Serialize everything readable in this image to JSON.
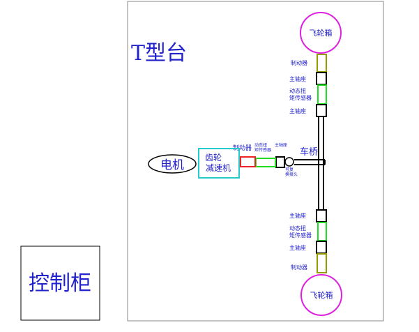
{
  "labels": {
    "test_bench": "T型台",
    "control_cabinet": "控制柜",
    "motor": "电机",
    "gearbox_line1": "齿轮",
    "gearbox_line2": "减速机",
    "flywheel_top": "飞轮箱",
    "flywheel_bottom": "飞轮箱",
    "brake_top": "制动器",
    "brake_bottom": "制动器",
    "brake_middle": "制动器",
    "bearing_top_1": "主轴座",
    "bearing_top_2": "主轴座",
    "bearing_bottom_1": "主轴座",
    "bearing_bottom_2": "主轴座",
    "bearing_middle": "主轴座",
    "sensor_top_line1": "动态扭",
    "sensor_top_line2": "矩传感器",
    "sensor_bottom_line1": "动态扭",
    "sensor_bottom_line2": "矩传感器",
    "sensor_middle_line1": "动态扭",
    "sensor_middle_line2": "矩传感器",
    "axle": "车桥",
    "coupling_line1": "可复",
    "coupling_line2": "换接头"
  },
  "colors": {
    "accent_blue": "#2222cc",
    "flywheel_circle": "#dd22dd",
    "gearbox_border": "#22cccc",
    "brake_box": "#999900",
    "sensor_box": "#22dd22",
    "brake_middle_box": "#ee2222",
    "frame": "#888888",
    "line": "#000000"
  }
}
